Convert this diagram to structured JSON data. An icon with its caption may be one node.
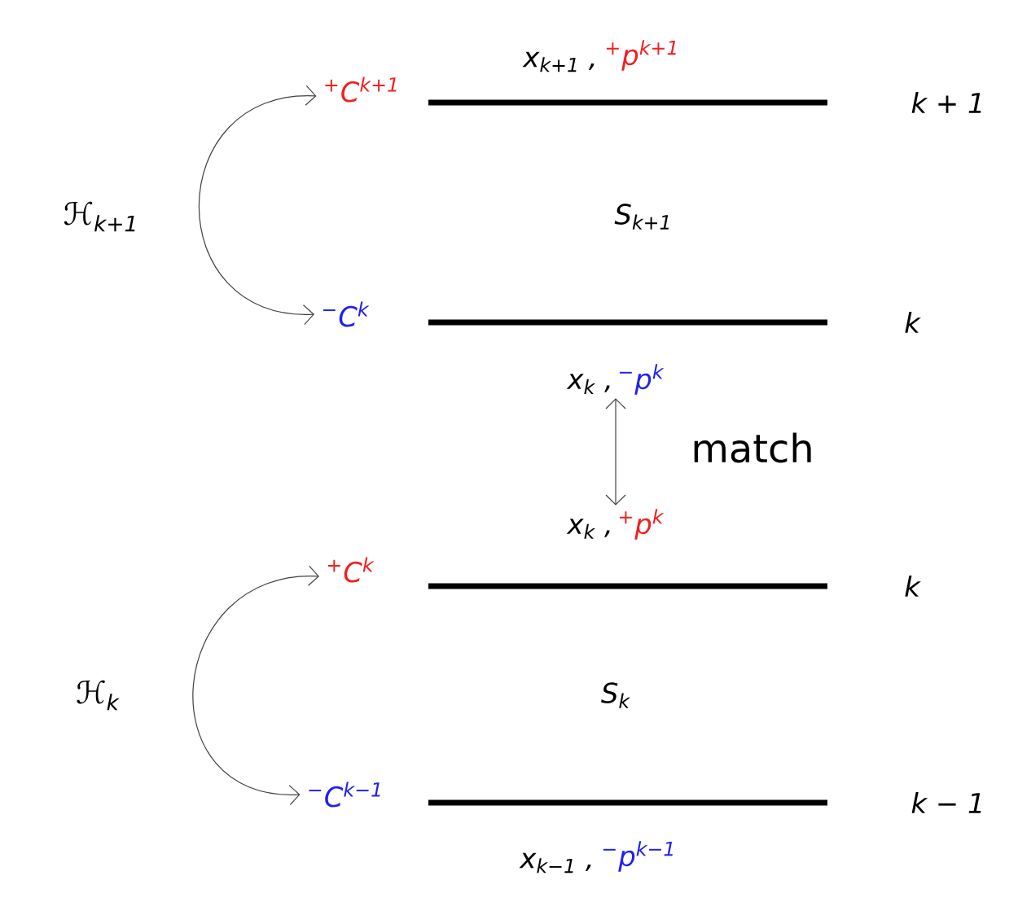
{
  "diagram": {
    "nodes": [
      {
        "text": [
          "$^{+}$C$^{k+1}$"
        ]
      },
      {
        "text": [
          "$^{−}$C$^{k}$"
        ]
      },
      {
        "text": [
          "x$_{k}$ ,",
          "$^{−}$p$^{k}$"
        ]
      },
      {
        "text": [
          "x$_{k}$ ,",
          "$^{+}$p$^{k}$"
        ]
      },
      {
        "text": [
          "$^{+}$C$^{k}$"
        ]
      },
      {
        "text": [
          "$^{−}$C$^{k−1}$"
        ]
      }
    ],
    "edges": [
      {
        "from": 0,
        "to": 1,
        "arrow": "both",
        "label": "ℋ$_{k+1}$"
      },
      {
        "from": 2,
        "to": 3,
        "arrow": "both",
        "label": "match"
      },
      {
        "from": 4,
        "to": 5,
        "arrow": "both",
        "label": "ℋ$_{k}$"
      }
    ],
    "labels": [
      "x$_{k+1}$ ,",
      "$^{+}$p$^{k+1}$",
      "k + 1",
      "S$_{k+1}$",
      "k",
      "k",
      "S$_{k}$",
      "k − 1",
      "x$_{k−1}$ ,",
      "$^{−}$p$^{k−1}$"
    ]
  }
}
